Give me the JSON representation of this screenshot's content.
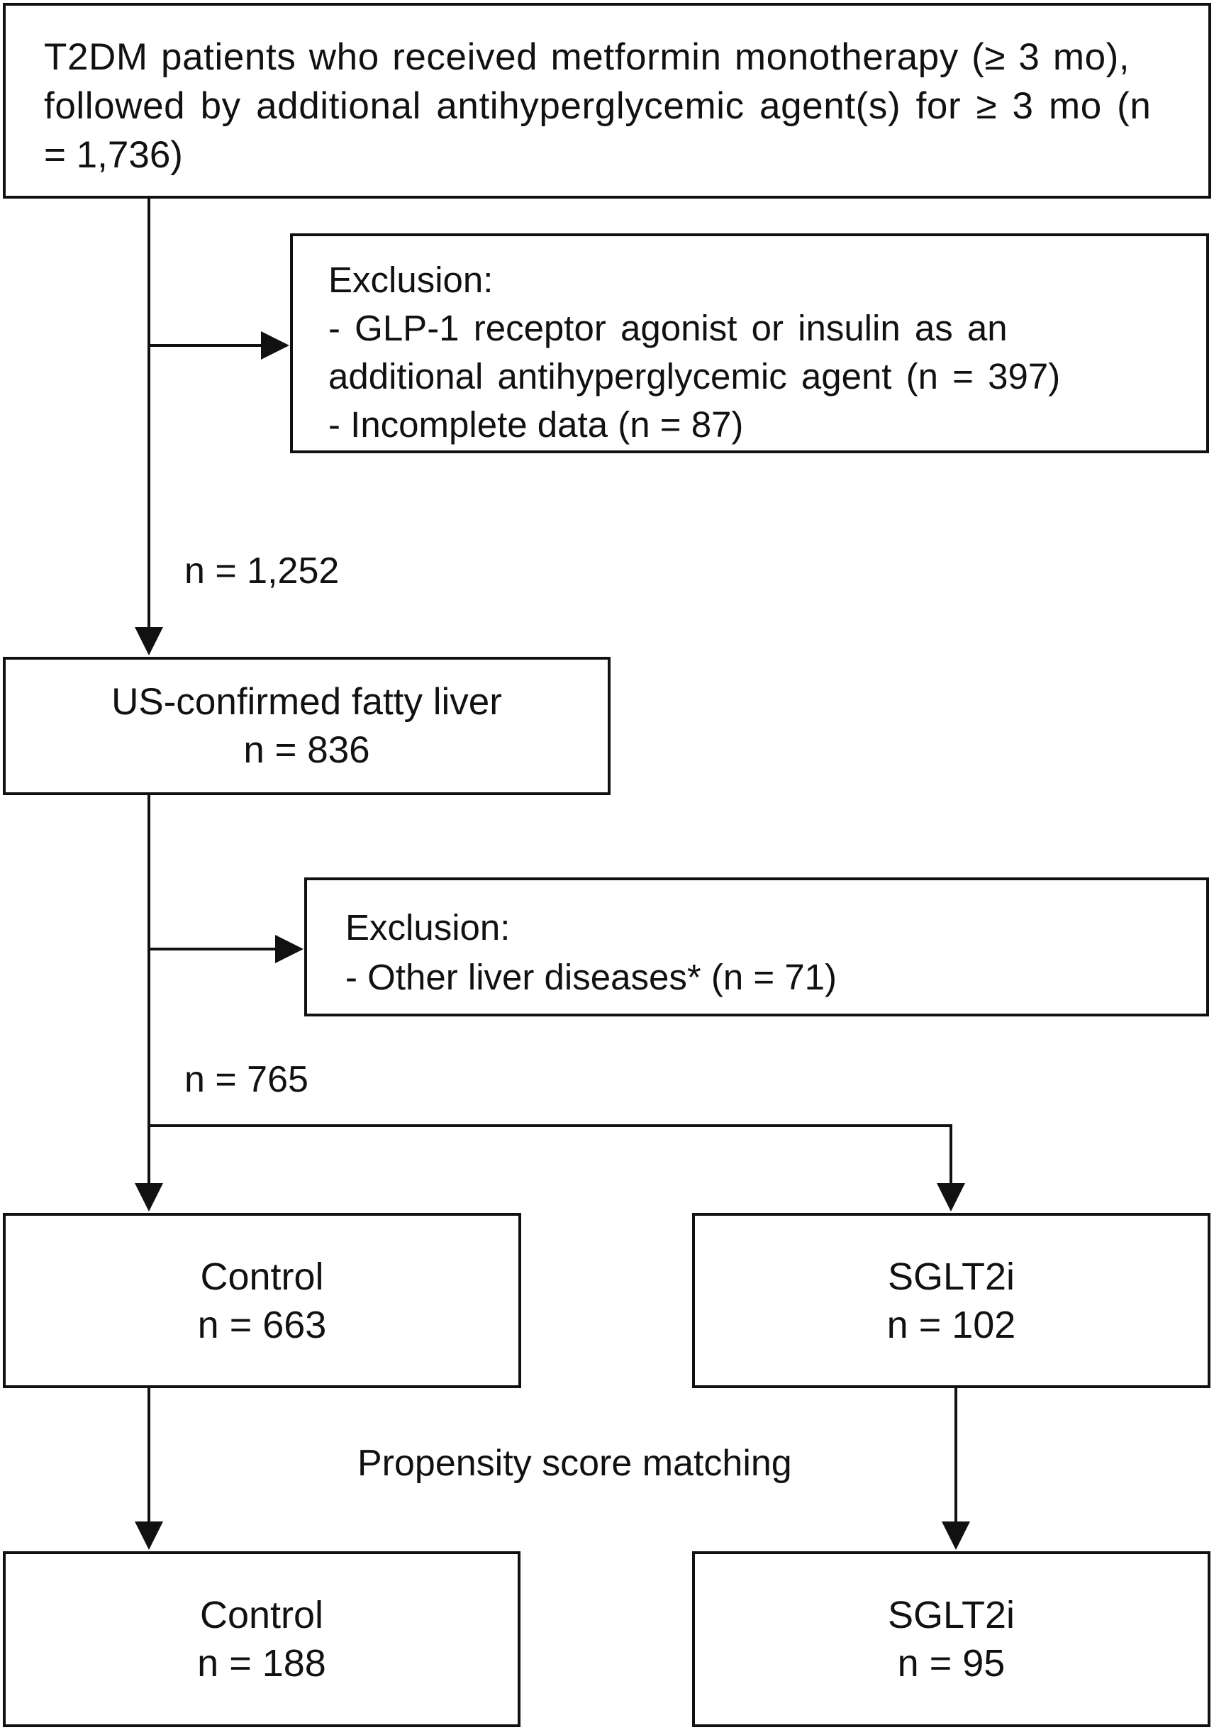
{
  "boxes": {
    "initial": {
      "lines": [
        "T2DM patients who received metformin monotherapy (≥ 3 mo),",
        "followed by additional antihyperglycemic agent(s) for ≥ 3 mo (n",
        "= 1,736)"
      ]
    },
    "exclusion_1": {
      "lines": [
        "Exclusion:",
        "- GLP-1 receptor agonist or insulin as an",
        "additional antihyperglycemic agent (n = 397)",
        "- Incomplete data (n = 87)"
      ]
    },
    "fatty_liver": {
      "title": "US-confirmed fatty liver",
      "count": "n = 836"
    },
    "exclusion_2": {
      "lines": [
        "Exclusion:",
        "- Other liver diseases* (n = 71)"
      ]
    },
    "control_before": {
      "title": "Control",
      "count": "n = 663"
    },
    "sglt2i_before": {
      "title": "SGLT2i",
      "count": "n = 102"
    },
    "control_after": {
      "title": "Control",
      "count": "n = 188"
    },
    "sglt2i_after": {
      "title": "SGLT2i",
      "count": "n = 95"
    }
  },
  "labels": {
    "after_exclusion_1": "n = 1,252",
    "after_exclusion_2": "n = 765",
    "matching": "Propensity score matching"
  }
}
